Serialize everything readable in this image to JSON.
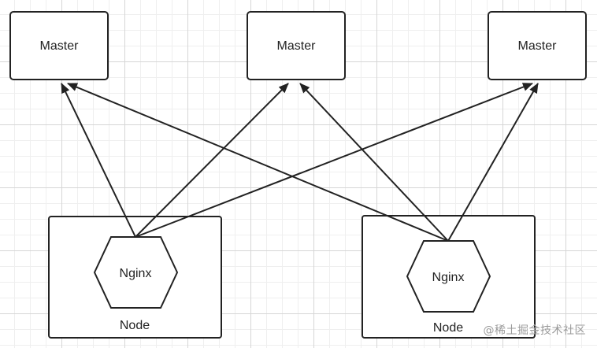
{
  "diagram": {
    "masters": [
      {
        "label": "Master"
      },
      {
        "label": "Master"
      },
      {
        "label": "Master"
      }
    ],
    "nodes": [
      {
        "label": "Node",
        "proxy_label": "Nginx"
      },
      {
        "label": "Node",
        "proxy_label": "Nginx"
      }
    ],
    "connections": [
      {
        "from": "nodes.0.proxy",
        "to": "masters.0"
      },
      {
        "from": "nodes.0.proxy",
        "to": "masters.1"
      },
      {
        "from": "nodes.0.proxy",
        "to": "masters.2"
      },
      {
        "from": "nodes.1.proxy",
        "to": "masters.0"
      },
      {
        "from": "nodes.1.proxy",
        "to": "masters.1"
      },
      {
        "from": "nodes.1.proxy",
        "to": "masters.2"
      }
    ],
    "stroke_color": "#222222",
    "fill_color": "#ffffff"
  },
  "watermark": "@稀土掘金技术社区"
}
